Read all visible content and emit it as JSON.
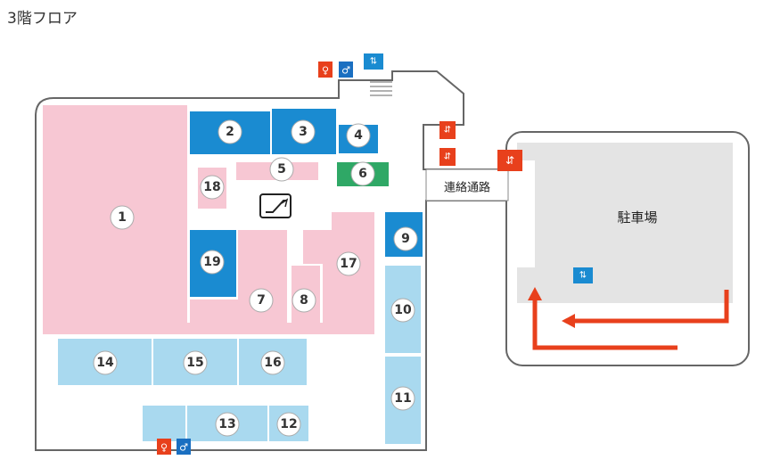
{
  "title": "3階フロア",
  "labels": {
    "connector": "連絡通路",
    "parking": "駐車場"
  },
  "colors": {
    "pink": "#f7c7d3",
    "blue": "#1a8bd1",
    "lightblue": "#a9d9ef",
    "green": "#2fa866",
    "red": "#e8401c",
    "gray": "#e4e4e4",
    "outline": "#666666"
  },
  "areas": [
    {
      "num": "1",
      "category": "pink"
    },
    {
      "num": "2",
      "category": "blue"
    },
    {
      "num": "3",
      "category": "blue"
    },
    {
      "num": "4",
      "category": "blue"
    },
    {
      "num": "5",
      "category": "pink"
    },
    {
      "num": "6",
      "category": "green"
    },
    {
      "num": "7",
      "category": "pink"
    },
    {
      "num": "8",
      "category": "pink"
    },
    {
      "num": "9",
      "category": "blue"
    },
    {
      "num": "10",
      "category": "lightblue"
    },
    {
      "num": "11",
      "category": "lightblue"
    },
    {
      "num": "12",
      "category": "lightblue"
    },
    {
      "num": "13",
      "category": "lightblue"
    },
    {
      "num": "14",
      "category": "lightblue"
    },
    {
      "num": "15",
      "category": "lightblue"
    },
    {
      "num": "16",
      "category": "lightblue"
    },
    {
      "num": "17",
      "category": "pink"
    },
    {
      "num": "18",
      "category": "pink"
    },
    {
      "num": "19",
      "category": "blue"
    }
  ],
  "icons": [
    "restroom-male-icon",
    "restroom-female-icon",
    "stairs-icon",
    "elevator-icon",
    "escalator-icon"
  ]
}
